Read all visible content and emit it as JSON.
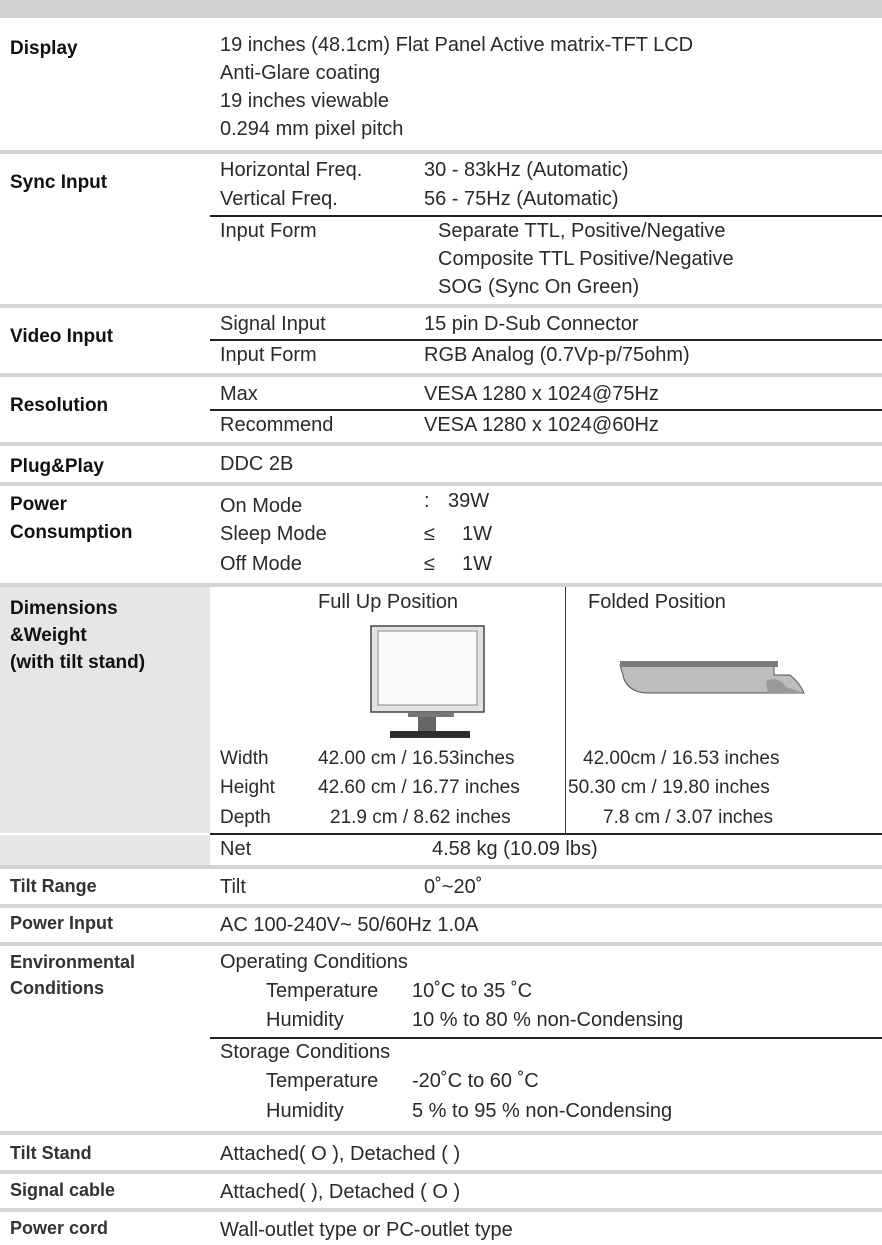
{
  "display": {
    "label": "Display",
    "lines": [
      "19 inches (48.1cm) Flat Panel Active matrix-TFT LCD",
      "Anti-Glare coating",
      "19 inches viewable",
      "0.294 mm pixel pitch"
    ]
  },
  "sync": {
    "label": "Sync Input",
    "h_label": "Horizontal Freq.",
    "h_value": "30 - 83kHz (Automatic)",
    "v_label": "Vertical Freq.",
    "v_value": "56 - 75Hz (Automatic)",
    "form_label": "Input Form",
    "form_lines": [
      "Separate TTL, Positive/Negative",
      "Composite TTL Positive/Negative",
      "SOG (Sync On Green)"
    ]
  },
  "video": {
    "label": "Video Input",
    "signal_label": "Signal Input",
    "signal_value": "15 pin D-Sub Connector",
    "form_label": "Input Form",
    "form_value": "RGB Analog (0.7Vp-p/75ohm)"
  },
  "resolution": {
    "label": "Resolution",
    "max_label": "Max",
    "max_value": "VESA 1280 x 1024@75Hz",
    "rec_label": "Recommend",
    "rec_value": "VESA 1280 x 1024@60Hz"
  },
  "plug": {
    "label": "Plug&Play",
    "value": "DDC 2B"
  },
  "power": {
    "label_line1": "Power",
    "label_line2": "Consumption",
    "modes": [
      {
        "name": "On Mode",
        "sym": ":",
        "value": "39W"
      },
      {
        "name": "Sleep Mode",
        "sym": "≤",
        "value": "1W"
      },
      {
        "name": "Off Mode",
        "sym": "≤",
        "value": "1W"
      }
    ]
  },
  "dimensions": {
    "label_line1": "Dimensions",
    "label_line2": "&Weight",
    "label_line3": "(with tilt stand)",
    "full_up": "Full Up Position",
    "folded": "Folded Position",
    "rows": [
      {
        "name": "Width",
        "full": "42.00 cm / 16.53inches",
        "fold": "42.00cm / 16.53 inches"
      },
      {
        "name": "Height",
        "full": "42.60 cm / 16.77 inches",
        "fold": "50.30 cm / 19.80 inches"
      },
      {
        "name": "Depth",
        "full": "21.9 cm / 8.62 inches",
        "fold": "7.8 cm / 3.07 inches"
      }
    ],
    "net_label": "Net",
    "net_value": "4.58 kg (10.09 lbs)"
  },
  "tilt": {
    "label": "Tilt Range",
    "name": "Tilt",
    "value": "0˚~20˚"
  },
  "power_input": {
    "label": "Power Input",
    "value": "AC 100-240V~ 50/60Hz 1.0A"
  },
  "environment": {
    "label_line1": "Environmental",
    "label_line2": "Conditions",
    "operating": "Operating Conditions",
    "op_temp_label": "Temperature",
    "op_temp": "10˚C to 35 ˚C",
    "op_hum_label": "Humidity",
    "op_hum": "10 % to 80 % non-Condensing",
    "storage": "Storage Conditions",
    "st_temp_label": "Temperature",
    "st_temp": "-20˚C to 60 ˚C",
    "st_hum_label": "Humidity",
    "st_hum": "5 % to 95 % non-Condensing"
  },
  "tilt_stand": {
    "label": "Tilt Stand",
    "value": "Attached( O ), Detached (    )"
  },
  "signal_cable": {
    "label": "Signal cable",
    "value": "Attached(    ), Detached ( O )"
  },
  "power_cord": {
    "label": "Power cord",
    "value": "Wall-outlet type or PC-outlet type"
  }
}
